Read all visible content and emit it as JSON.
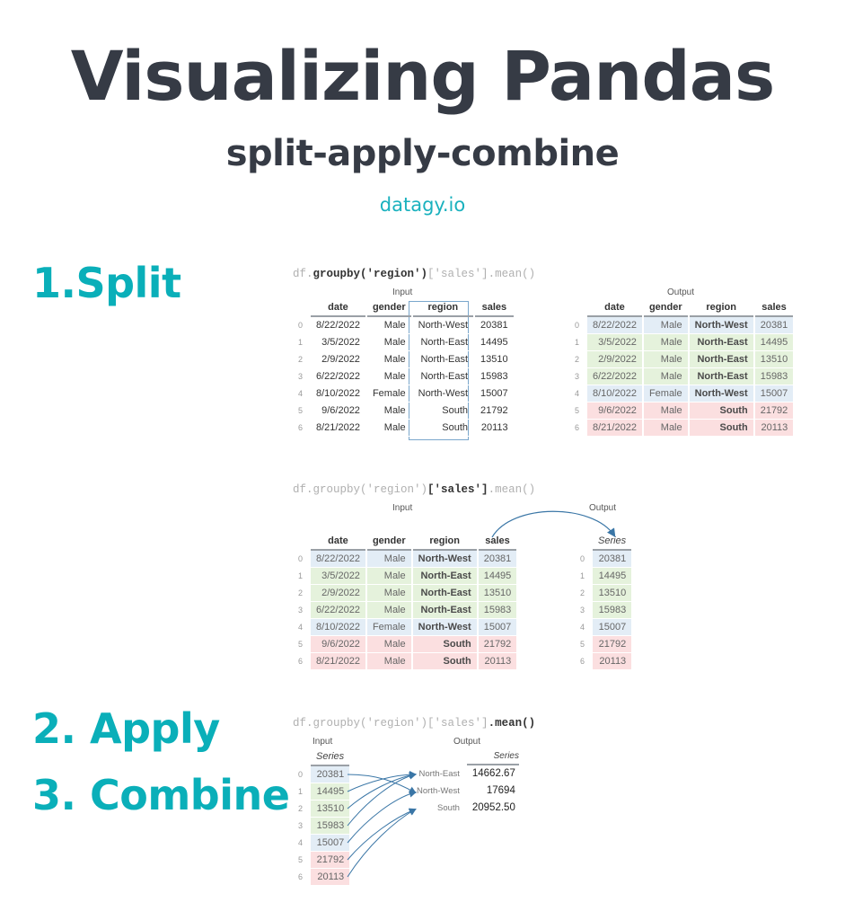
{
  "header": {
    "title": "Visualizing Pandas",
    "subtitle": "split-apply-combine",
    "brand": "datagy.io"
  },
  "steps": {
    "split": "1.Split",
    "apply": "2. Apply",
    "combine": "3. Combine"
  },
  "colors": {
    "title": "#363b45",
    "accent": "#0aafb9",
    "north_west": "#e3edf6",
    "north_east": "#e5f2dc",
    "south": "#fbdfe0",
    "arrow": "#3a76a6"
  },
  "code": {
    "prefix": "df.",
    "groupby": "groupby('region')",
    "select": "['sales']",
    "mean": ".mean()"
  },
  "labels": {
    "input": "Input",
    "output": "Output",
    "series": "Series"
  },
  "columns": [
    "date",
    "gender",
    "region",
    "sales"
  ],
  "rows": [
    {
      "idx": "0",
      "date": "8/22/2022",
      "gender": "Male",
      "region": "North-West",
      "sales": "20381",
      "group": "nw"
    },
    {
      "idx": "1",
      "date": "3/5/2022",
      "gender": "Male",
      "region": "North-East",
      "sales": "14495",
      "group": "ne"
    },
    {
      "idx": "2",
      "date": "2/9/2022",
      "gender": "Male",
      "region": "North-East",
      "sales": "13510",
      "group": "ne"
    },
    {
      "idx": "3",
      "date": "6/22/2022",
      "gender": "Male",
      "region": "North-East",
      "sales": "15983",
      "group": "ne"
    },
    {
      "idx": "4",
      "date": "8/10/2022",
      "gender": "Female",
      "region": "North-West",
      "sales": "15007",
      "group": "nw"
    },
    {
      "idx": "5",
      "date": "9/6/2022",
      "gender": "Male",
      "region": "South",
      "sales": "21792",
      "group": "so"
    },
    {
      "idx": "6",
      "date": "8/21/2022",
      "gender": "Male",
      "region": "South",
      "sales": "20113",
      "group": "so"
    }
  ],
  "result": [
    {
      "label": "North-East",
      "value": "14662.67"
    },
    {
      "label": "North-West",
      "value": "17694"
    },
    {
      "label": "South",
      "value": "20952.50"
    }
  ]
}
